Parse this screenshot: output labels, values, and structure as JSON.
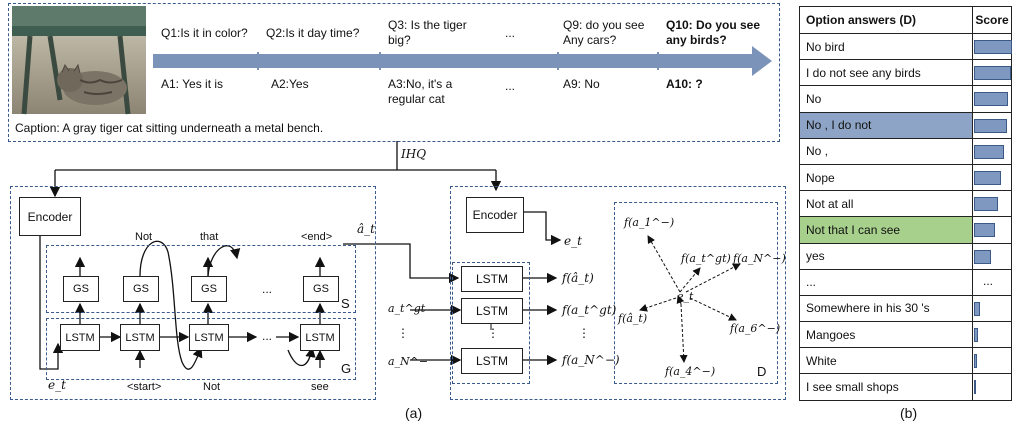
{
  "dialog": {
    "questions": [
      "Q1:Is it in color?",
      "Q2:Is it day time?",
      "Q3: Is the tiger big?",
      "...",
      "Q9: do you see Any cars?",
      "Q10: Do you see any birds?"
    ],
    "answers": [
      "A1: Yes it is",
      "A2:Yes",
      "A3:No, it's a regular cat",
      "...",
      "A9: No",
      "A10: ?"
    ],
    "caption": "Caption: A gray tiger cat sitting underneath a metal bench."
  },
  "ihq_label": "IHQ",
  "generator": {
    "encoder_label": "Encoder",
    "gs_label": "GS",
    "lstm_label": "LSTM",
    "ellipsis": "...",
    "out_words": [
      "Not",
      "that",
      "<end>"
    ],
    "in_words": [
      "<start>",
      "Not",
      "see"
    ],
    "e_t": "e_t",
    "region_s": "S",
    "region_g": "G",
    "a_hat": "â_t"
  },
  "discriminator": {
    "encoder_label": "Encoder",
    "lstm_label": "LSTM",
    "e_t": "e_t",
    "inputs": [
      "a_t^gt",
      "⋮",
      "a_N^−"
    ],
    "outputs": [
      "f(â_t)",
      "f(a_t^gt)",
      "⋮",
      "f(a_N^−)"
    ],
    "graph_nodes": [
      "f(a_1^−)",
      "f(a_t^gt)",
      "f(a_N^−)",
      "f(â_t)",
      "f(a_6^−)",
      "f(a_4^−)"
    ],
    "center": "e_t",
    "region_d": "D"
  },
  "table": {
    "header": [
      "Option answers (D)",
      "Score"
    ],
    "rows": [
      {
        "label": "No bird",
        "score": 0.95,
        "highlight": "none"
      },
      {
        "label": "I do not see any birds",
        "score": 0.92,
        "highlight": "none"
      },
      {
        "label": "No",
        "score": 0.85,
        "highlight": "none"
      },
      {
        "label": "No , I do not",
        "score": 0.82,
        "highlight": "blue"
      },
      {
        "label": "No ,",
        "score": 0.75,
        "highlight": "none"
      },
      {
        "label": "Nope",
        "score": 0.68,
        "highlight": "none"
      },
      {
        "label": "Not at all",
        "score": 0.6,
        "highlight": "none"
      },
      {
        "label": "Not that I can see",
        "score": 0.52,
        "highlight": "green"
      },
      {
        "label": "yes",
        "score": 0.42,
        "highlight": "none"
      },
      {
        "label": "...",
        "score": 0,
        "highlight": "none"
      },
      {
        "label": "Somewhere in his 30 's",
        "score": 0.14,
        "highlight": "none"
      },
      {
        "label": "Mangoes",
        "score": 0.1,
        "highlight": "none"
      },
      {
        "label": "White",
        "score": 0.07,
        "highlight": "none"
      },
      {
        "label": "I see small shops",
        "score": 0.05,
        "highlight": "none"
      }
    ]
  },
  "captions": {
    "a": "(a)",
    "b": "(b)"
  }
}
